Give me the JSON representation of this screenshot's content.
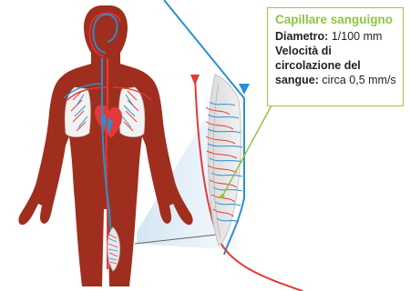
{
  "info": {
    "title": "Capillare sanguigno",
    "diameter_label": "Diametro:",
    "diameter_value": " 1/100 mm",
    "speed_label": "Velocità di circolazione del sangue:",
    "speed_value": " circa 0,5 mm/s"
  },
  "colors": {
    "body": "#a02e1e",
    "artery": "#e23a3a",
    "vein": "#2a8fd0",
    "accent": "#8dc63f",
    "lens": "#cfe3f3"
  }
}
